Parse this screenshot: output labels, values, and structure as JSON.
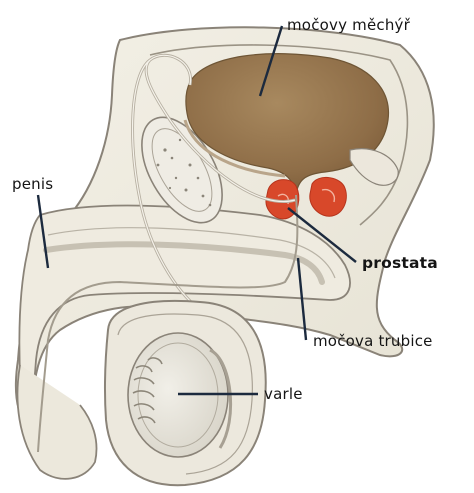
{
  "labels": {
    "bladder": "močovy měchýř",
    "penis": "penis",
    "prostate": "prostata",
    "urethra": "močova trubice",
    "testis": "varle"
  },
  "colors": {
    "bladder": "#9c7b55",
    "prostate": "#d8482a",
    "outline": "#8a8378",
    "leader": "#1c2a3e"
  }
}
